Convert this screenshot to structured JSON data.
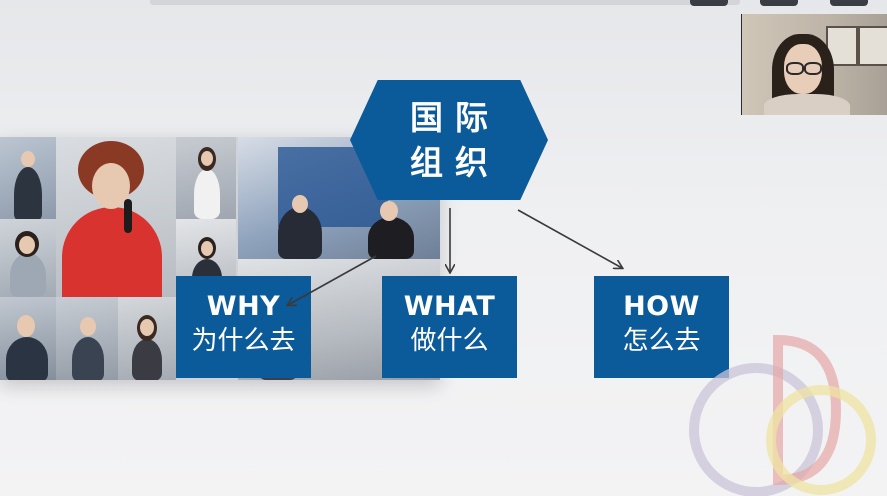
{
  "slide": {
    "hexagon": {
      "line1": "国际",
      "line2": "组织"
    },
    "boxes": [
      {
        "title": "WHY",
        "subtitle": "为什么去"
      },
      {
        "title": "WHAT",
        "subtitle": "做什么"
      },
      {
        "title": "HOW",
        "subtitle": "怎么去"
      }
    ]
  },
  "colors": {
    "box_blue": "#0b5a9a",
    "background": "#eeeff1",
    "arrow": "#3a3a3a"
  },
  "icons": {
    "logo": "cd-circles-logo",
    "webcam": "presenter-webcam"
  }
}
